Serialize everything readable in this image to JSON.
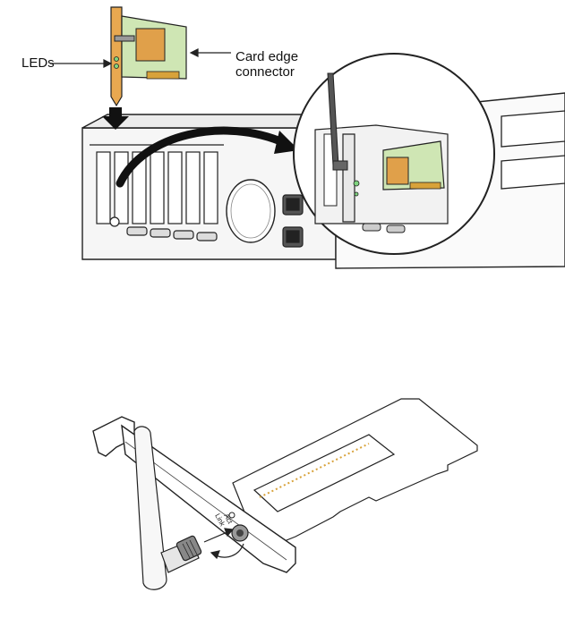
{
  "figure_top": {
    "leds_label": "LEDs",
    "card_edge_label_line1": "Card edge",
    "card_edge_label_line2": "connector"
  },
  "figure_bottom": {
    "bracket_label_1": "Link",
    "bracket_label_2": "Act"
  },
  "colors": {
    "pcb_green": "#cfe6b4",
    "chip_orange": "#e0a04a",
    "gold_contacts": "#d8a23a",
    "line": "#222222",
    "chassis_fill": "#f4f4f4",
    "arrow_black": "#111111"
  }
}
